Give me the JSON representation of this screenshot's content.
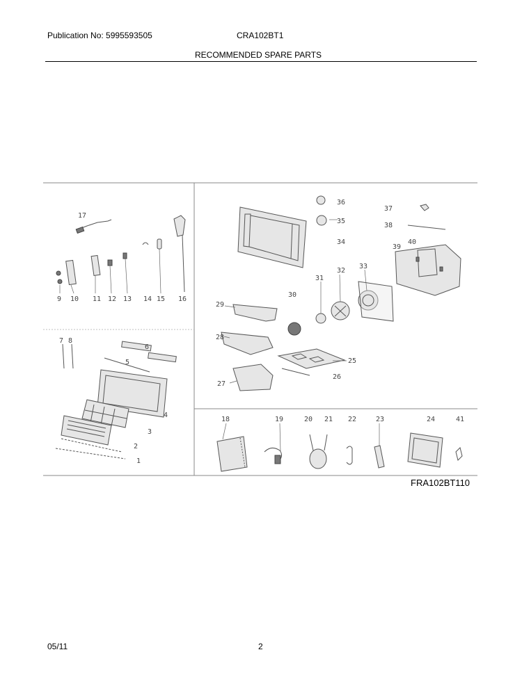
{
  "header": {
    "publication": "Publication No: 5995593505",
    "model": "CRA102BT1",
    "title": "RECOMMENDED SPARE PARTS"
  },
  "diagram": {
    "code": "FRA102BT110",
    "labels": {
      "p1": "1",
      "p2": "2",
      "p3": "3",
      "p4": "4",
      "p5": "5",
      "p6": "6",
      "p7": "7",
      "p8": "8",
      "p9": "9",
      "p10": "10",
      "p11": "11",
      "p12": "12",
      "p13": "13",
      "p14": "14",
      "p15": "15",
      "p16": "16",
      "p17": "17",
      "p18": "18",
      "p19": "19",
      "p20": "20",
      "p21": "21",
      "p22": "22",
      "p23": "23",
      "p24": "24",
      "p25": "25",
      "p26": "26",
      "p27": "27",
      "p28": "28",
      "p29": "29",
      "p30": "30",
      "p31": "31",
      "p32": "32",
      "p33": "33",
      "p34": "34",
      "p35": "35",
      "p36": "36",
      "p37": "37",
      "p38": "38",
      "p39": "39",
      "p40": "40",
      "p41": "41"
    }
  },
  "footer": {
    "date": "05/11",
    "page": "2"
  }
}
